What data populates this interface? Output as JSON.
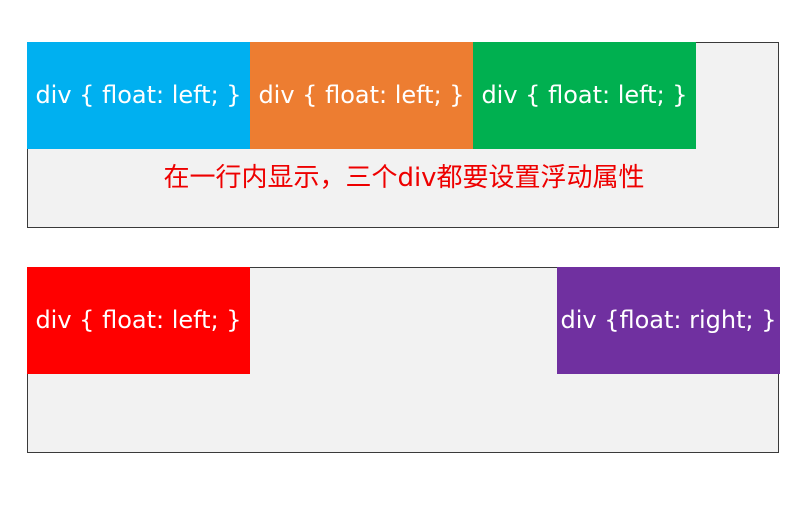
{
  "top_panel": {
    "boxes": [
      {
        "label": "div { float: left; }",
        "color": "#00b0f0"
      },
      {
        "label": "div { float: left; }",
        "color": "#ed7d31"
      },
      {
        "label": "div { float: left; }",
        "color": "#00b050"
      }
    ],
    "caption": "在一行内显示，三个div都要设置浮动属性",
    "caption_color": "#ee0000"
  },
  "bottom_panel": {
    "boxes": [
      {
        "label": "div { float: left; }",
        "color": "#ff0000"
      },
      {
        "label": "div {float: right; }",
        "color": "#7030a0"
      }
    ]
  },
  "panel_background": "#f2f2f2"
}
